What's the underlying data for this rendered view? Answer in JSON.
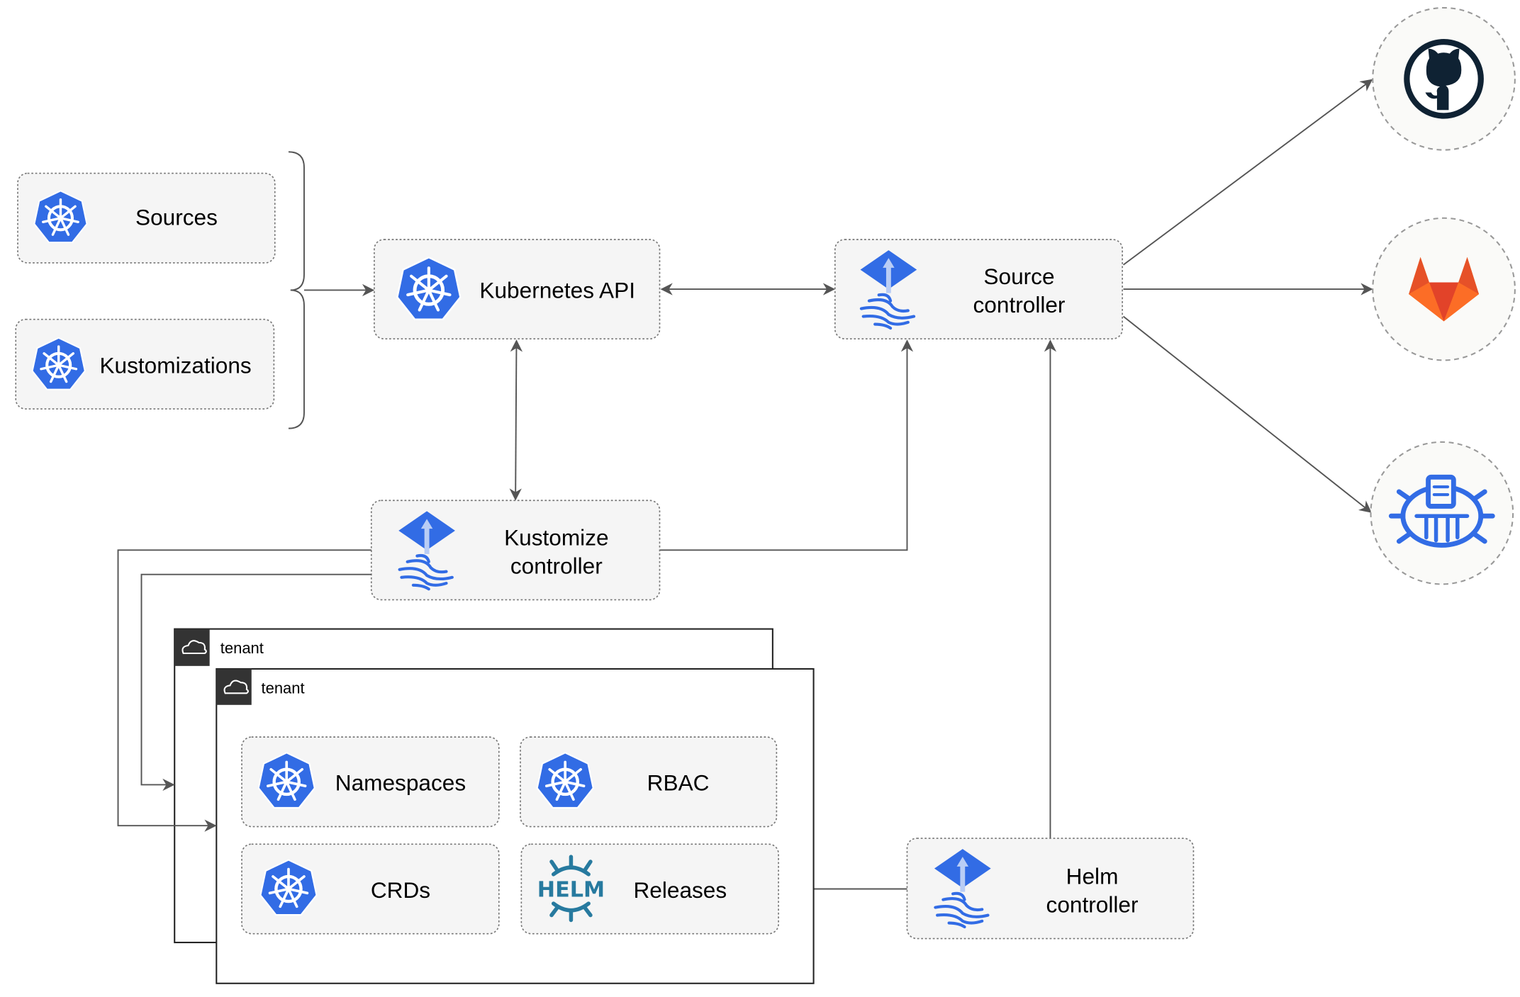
{
  "nodes": {
    "sources": "Sources",
    "kustomizations": "Kustomizations",
    "kubernetes_api": "Kubernetes API",
    "source_controller": [
      "Source",
      "controller"
    ],
    "kustomize_controller": [
      "Kustomize",
      "controller"
    ],
    "helm_controller": [
      "Helm",
      "controller"
    ],
    "namespaces": "Namespaces",
    "rbac": "RBAC",
    "crds": "CRDs",
    "releases": "Releases"
  },
  "tenants": [
    "tenant",
    "tenant"
  ],
  "helm_logo_text": "HELM",
  "external_sources": [
    "github-icon",
    "gitlab-icon",
    "helm-repository-icon"
  ],
  "colors": {
    "kubernetes_blue": "#326ce5",
    "flux_blue": "#326ce5",
    "helm_blue": "#277a9f",
    "gitlab_orange": "#e24329",
    "github_dark": "#0f2233"
  }
}
